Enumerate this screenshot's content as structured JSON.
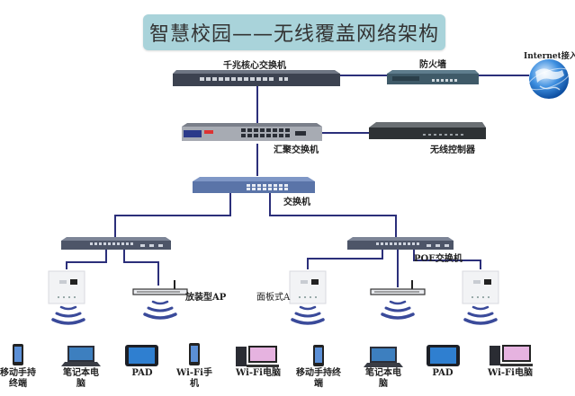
{
  "title": "智慧校园——无线覆盖网络架构",
  "nodes": {
    "core_switch": "千兆核心交换机",
    "firewall": "防火墙",
    "internet": "Internet接入",
    "aggregation_switch": "汇聚交换机",
    "wireless_controller": "无线控制器",
    "access_switch": "交换机",
    "poe_switch": "POE交换机",
    "ceiling_ap": "放装型AP",
    "panel_ap": "面板式A"
  },
  "devices": [
    {
      "label": "移动手持终端",
      "icon": "smartphone-icon"
    },
    {
      "label": "笔记本电脑",
      "icon": "laptop-icon"
    },
    {
      "label": "PAD",
      "icon": "tablet-icon"
    },
    {
      "label": "Wi-Fi手机",
      "icon": "smartphone-icon"
    },
    {
      "label": "Wi-Fi电脑",
      "icon": "desktop-computer-icon"
    },
    {
      "label": "移动手持终端",
      "icon": "smartphone-icon"
    },
    {
      "label": "笔记本电脑",
      "icon": "laptop-icon"
    },
    {
      "label": "PAD",
      "icon": "tablet-icon"
    },
    {
      "label": "Wi-Fi电脑",
      "icon": "desktop-computer-icon"
    }
  ],
  "colors": {
    "title_bg": "#a9d3da",
    "link_line": "#2b2f7a",
    "wifi_waves": "#3a4a9a"
  }
}
